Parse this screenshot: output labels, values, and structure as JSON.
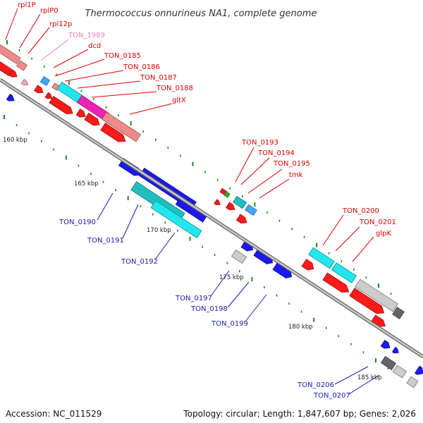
{
  "title": "Thermococcus onnurineus NA1, complete genome",
  "accession": "Accession: NC_011529",
  "topology": "Topology: circular; Length: 1,847,607 bp; Genes: 2,026",
  "colors": {
    "label_red": "#e00000",
    "label_blue": "#1a1ab4",
    "label_pink": "#f080b8",
    "backbone": "#999999",
    "tick": "#1a8a1a"
  },
  "scale_labels": [
    "160 kbp",
    "165 kbp",
    "170 kbp",
    "175 kbp",
    "180 kbp",
    "185 kbp"
  ],
  "labels_top": [
    {
      "text": "rpl1P",
      "color": "red"
    },
    {
      "text": "rplP0",
      "color": "red"
    },
    {
      "text": "rpl12p",
      "color": "red"
    },
    {
      "text": "TON_1989",
      "color": "pink"
    },
    {
      "text": "dcd",
      "color": "red"
    },
    {
      "text": "TON_0185",
      "color": "red"
    },
    {
      "text": "TON_0186",
      "color": "red"
    },
    {
      "text": "TON_0187",
      "color": "red"
    },
    {
      "text": "TON_0188",
      "color": "red"
    },
    {
      "text": "gltX",
      "color": "red"
    },
    {
      "text": "TON_0193",
      "color": "red"
    },
    {
      "text": "TON_0194",
      "color": "red"
    },
    {
      "text": "TON_0195",
      "color": "red"
    },
    {
      "text": "tmk",
      "color": "red"
    },
    {
      "text": "TON_0200",
      "color": "red"
    },
    {
      "text": "TON_0201",
      "color": "red"
    },
    {
      "text": "glpK",
      "color": "red"
    }
  ],
  "labels_bottom": [
    {
      "text": "TON_0190",
      "color": "blue"
    },
    {
      "text": "TON_0191",
      "color": "blue"
    },
    {
      "text": "TON_0192",
      "color": "blue"
    },
    {
      "text": "TON_0197",
      "color": "blue"
    },
    {
      "text": "TON_0198",
      "color": "blue"
    },
    {
      "text": "TON_0199",
      "color": "blue"
    },
    {
      "text": "TON_0206",
      "color": "blue"
    },
    {
      "text": "TON_0207",
      "color": "blue"
    }
  ]
}
